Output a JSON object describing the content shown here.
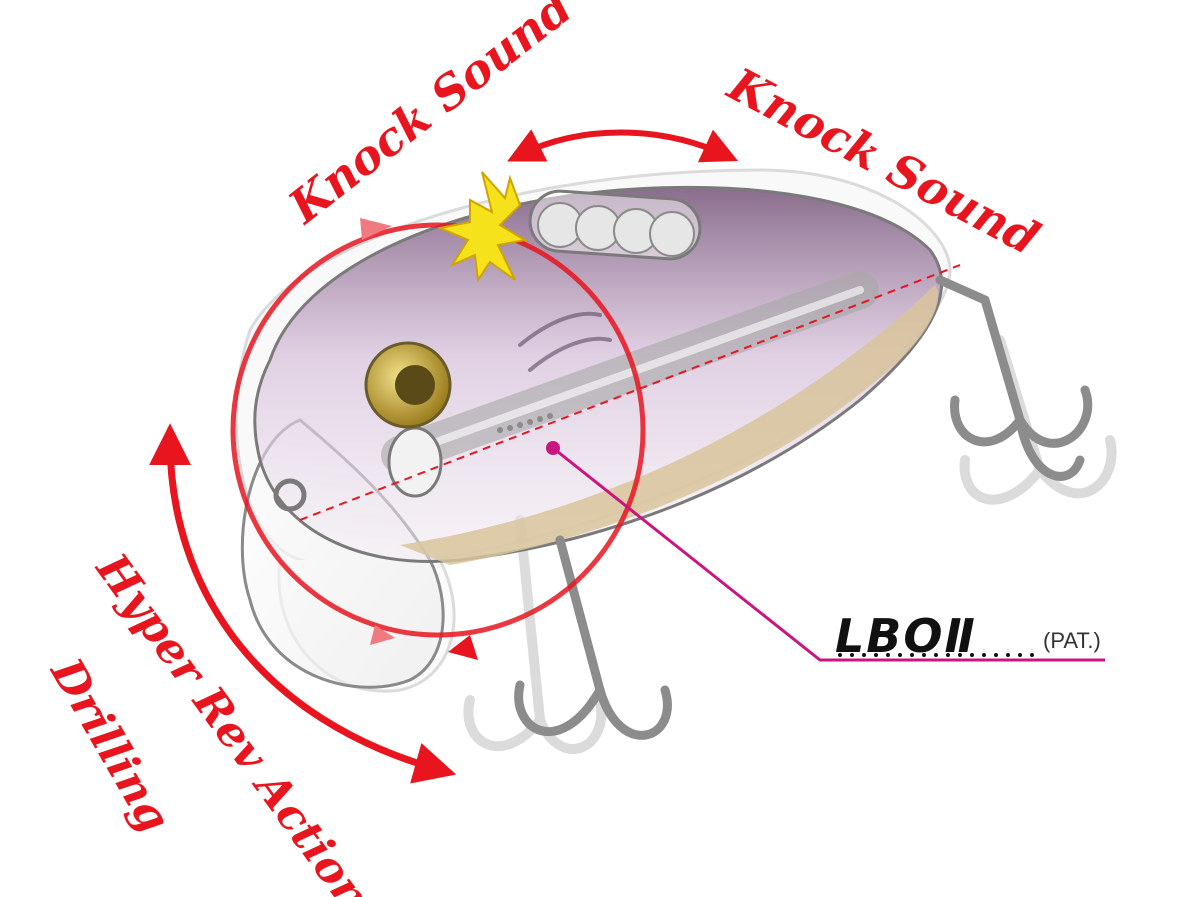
{
  "labels": {
    "knock_sound_left": "Knock Sound",
    "knock_sound_right": "Knock Sound",
    "hyper_rev_action": "Hyper Rev Action!",
    "drilling": "Drilling",
    "lbo_logo": "LBOⅡ",
    "pat": "(PAT.)"
  },
  "colors": {
    "accent_red": "#e8141e",
    "callout_magenta": "#c8157f",
    "body_pink": "#c9a6cf",
    "body_dark": "#8a6a8c",
    "belly_tan": "#d8c49b",
    "eye_gold": "#c8a93a",
    "impact_yellow": "#f5e21a",
    "outline_gray": "#7a7a7a",
    "hook_gray": "#8c8c8c"
  },
  "icons": {
    "impact": "impact-burst-icon",
    "hook": "treble-hook-icon"
  }
}
